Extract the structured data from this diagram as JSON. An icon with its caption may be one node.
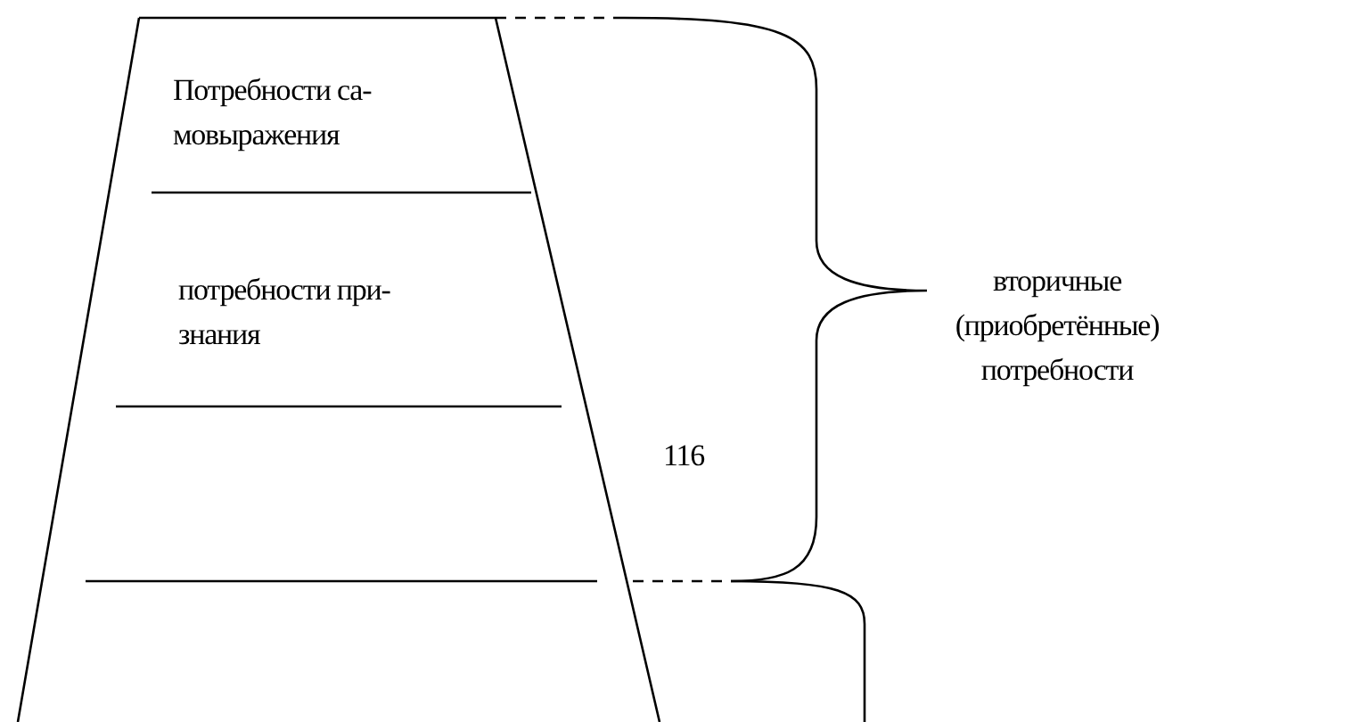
{
  "diagram": {
    "nodes": [
      {
        "text": [
          "Потребности са- мовыражения"
        ]
      },
      {
        "text": [
          "потребности при- знания"
        ]
      }
    ],
    "labels": [
      "116",
      "вторичные (приобретённые) потребности"
    ]
  }
}
